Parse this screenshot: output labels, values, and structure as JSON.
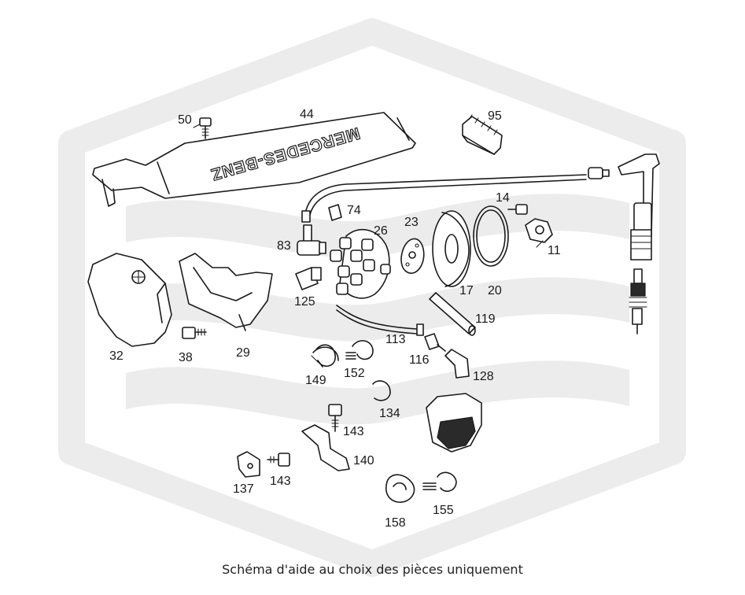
{
  "caption": "Schéma d'aide au choix des pièces uniquement",
  "cover_logo_text": "MERCEDES-BENZ",
  "colors": {
    "watermark": "#ececec",
    "line": "#1a1a1a",
    "background": "#ffffff"
  },
  "parts": [
    {
      "key": "p50",
      "label": "50"
    },
    {
      "key": "p44",
      "label": "44"
    },
    {
      "key": "p95",
      "label": "95"
    },
    {
      "key": "p74",
      "label": "74"
    },
    {
      "key": "p14",
      "label": "14"
    },
    {
      "key": "p83",
      "label": "83"
    },
    {
      "key": "p26",
      "label": "26"
    },
    {
      "key": "p23",
      "label": "23"
    },
    {
      "key": "p11",
      "label": "11"
    },
    {
      "key": "p125",
      "label": "125"
    },
    {
      "key": "p17",
      "label": "17"
    },
    {
      "key": "p20",
      "label": "20"
    },
    {
      "key": "p119",
      "label": "119"
    },
    {
      "key": "p113",
      "label": "113"
    },
    {
      "key": "p116",
      "label": "116"
    },
    {
      "key": "p32",
      "label": "32"
    },
    {
      "key": "p38",
      "label": "38"
    },
    {
      "key": "p29",
      "label": "29"
    },
    {
      "key": "p149",
      "label": "149"
    },
    {
      "key": "p152",
      "label": "152"
    },
    {
      "key": "p128",
      "label": "128"
    },
    {
      "key": "p134",
      "label": "134"
    },
    {
      "key": "p143a",
      "label": "143"
    },
    {
      "key": "p140",
      "label": "140"
    },
    {
      "key": "p137",
      "label": "137"
    },
    {
      "key": "p143b",
      "label": "143"
    },
    {
      "key": "p158",
      "label": "158"
    },
    {
      "key": "p155",
      "label": "155"
    }
  ]
}
